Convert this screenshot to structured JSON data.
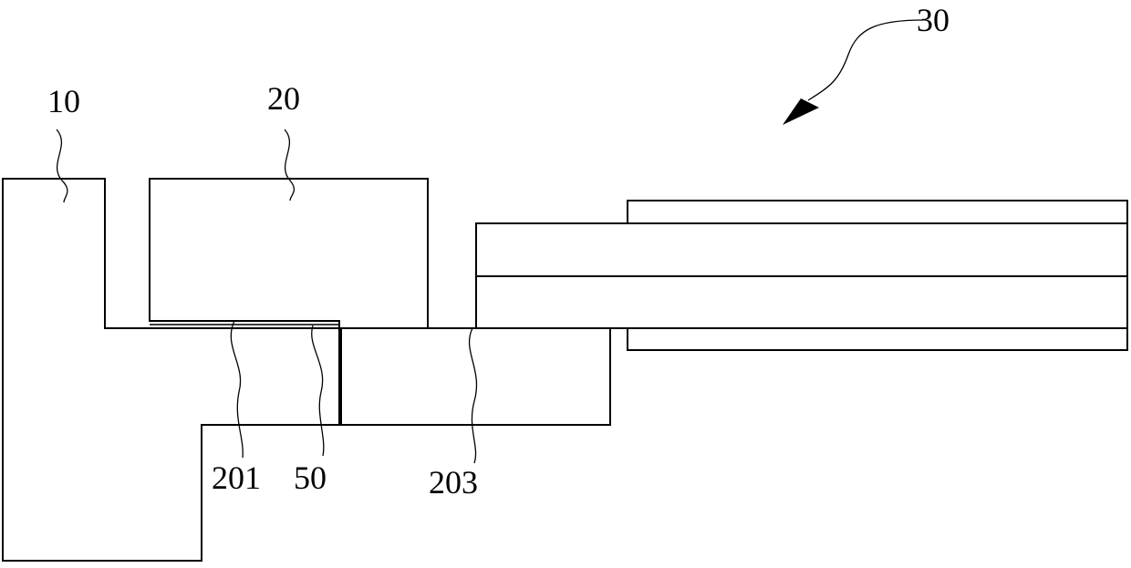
{
  "figure": {
    "labels": {
      "part_10": "10",
      "part_20": "20",
      "part_30": "30",
      "part_201": "201",
      "part_50": "50",
      "part_203": "203"
    }
  }
}
